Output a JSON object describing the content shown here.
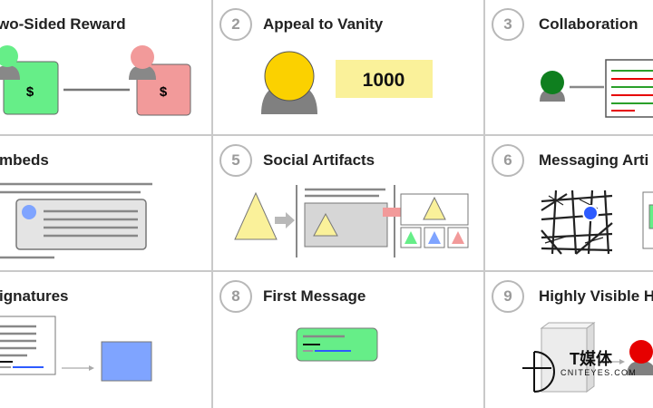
{
  "colors": {
    "green": "#66ee88",
    "red": "#f29a9a",
    "yellow": "#fbd100",
    "pale_yellow": "#faf19a",
    "gray": "#7f7f7f",
    "blue": "#7fa4ff",
    "dark_green": "#0f7f1f",
    "bright_red": "#e60000",
    "pin_blue": "#2d5bff"
  },
  "cells": [
    {
      "title": "wo-Sided Reward",
      "num": "",
      "money": "$"
    },
    {
      "title": "Appeal to Vanity",
      "num": "2",
      "score": "1000"
    },
    {
      "title": "Collaboration",
      "num": "3"
    },
    {
      "title": "mbeds",
      "num": ""
    },
    {
      "title": "Social Artifacts",
      "num": "5"
    },
    {
      "title": "Messaging Arti",
      "num": "6"
    },
    {
      "title": "ignatures",
      "num": ""
    },
    {
      "title": "First Message",
      "num": "8"
    },
    {
      "title": "Highly Visible H",
      "num": "9"
    }
  ],
  "watermark": {
    "brand": "T媒体",
    "url": "CNITEYES.COM"
  }
}
